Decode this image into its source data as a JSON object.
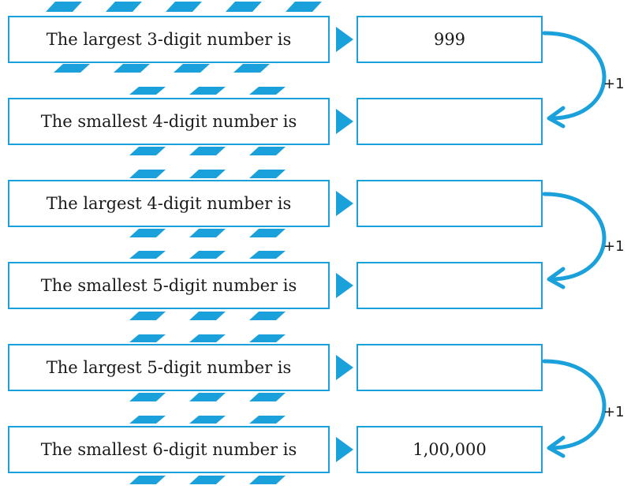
{
  "accent_color": "#1aa1dc",
  "rows": [
    {
      "label": "The largest 3-digit number is",
      "answer": "999"
    },
    {
      "label": "The smallest 4-digit number is",
      "answer": ""
    },
    {
      "label": "The largest 4-digit number is",
      "answer": ""
    },
    {
      "label": "The smallest 5-digit number is",
      "answer": ""
    },
    {
      "label": "The largest 5-digit number is",
      "answer": ""
    },
    {
      "label": "The smallest 6-digit number is",
      "answer": "1,00,000"
    }
  ],
  "connectors": [
    {
      "label": "+1"
    },
    {
      "label": "+1"
    },
    {
      "label": "+1"
    }
  ]
}
